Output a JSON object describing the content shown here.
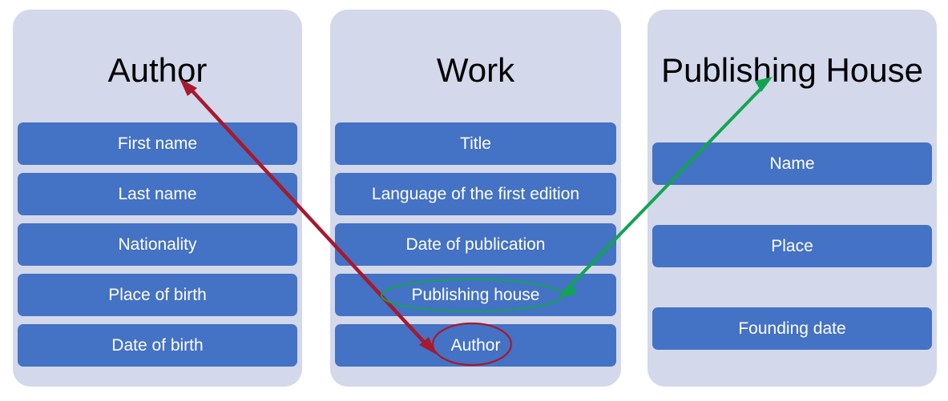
{
  "diagram": {
    "kind": "entity-relationship-diagram",
    "entities": [
      {
        "id": "author",
        "title": "Author",
        "attributes": [
          {
            "label": "First name"
          },
          {
            "label": "Last name"
          },
          {
            "label": "Nationality"
          },
          {
            "label": "Place of birth"
          },
          {
            "label": "Date of birth"
          }
        ]
      },
      {
        "id": "work",
        "title": "Work",
        "attributes": [
          {
            "label": "Title"
          },
          {
            "label": "Language of the first edition"
          },
          {
            "label": "Date of publication"
          },
          {
            "label": "Publishing house"
          },
          {
            "label": "Author"
          }
        ]
      },
      {
        "id": "publishing-house",
        "title": "Publishing House",
        "attributes": [
          {
            "label": "Name"
          },
          {
            "label": "Place"
          },
          {
            "label": "Founding date"
          }
        ]
      }
    ],
    "annotations": [
      {
        "id": "author-link",
        "color": "#A6192E",
        "highlights": "Author",
        "points_to": "Author"
      },
      {
        "id": "publishing-house-link",
        "color": "#13A452",
        "highlights": "Publishing house",
        "points_to": "Publishing House"
      }
    ],
    "colors": {
      "panel_background": "#d3d8eb",
      "attribute_bar": "#4472c4",
      "attribute_text": "#ffffff",
      "title_text": "#000000",
      "canvas": "#ffffff",
      "red_annotation": "#A6192E",
      "green_annotation": "#13A452"
    }
  }
}
